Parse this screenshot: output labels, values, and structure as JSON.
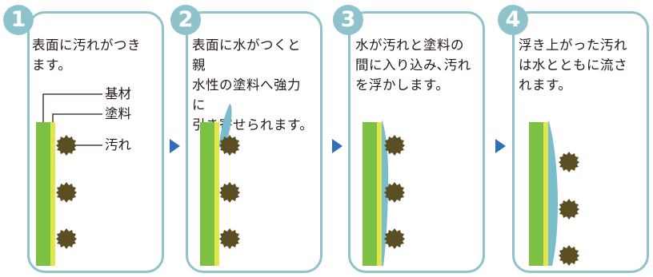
{
  "steps": [
    {
      "number": "1",
      "text": "表面に汚れがつき\nます。"
    },
    {
      "number": "2",
      "text": "表面に水がつくと親\n水性の塗料へ強力に\n引き寄せられます。"
    },
    {
      "number": "3",
      "text": "水が汚れと塗料の\n間に入り込み､汚れ\nを浮かします。"
    },
    {
      "number": "4",
      "text": "浮き上がった汚れ\nは水とともに流さ\nれます。"
    }
  ],
  "labels": {
    "base": "基材",
    "coating": "塗料",
    "dirt": "汚れ"
  },
  "colors": {
    "frame": "#8fc3cc",
    "arrow": "#2f6fb7",
    "base_material": "#7cc144",
    "coating": "#e3e64a",
    "dirt": "#5a4e22",
    "water": "#79bccc"
  }
}
